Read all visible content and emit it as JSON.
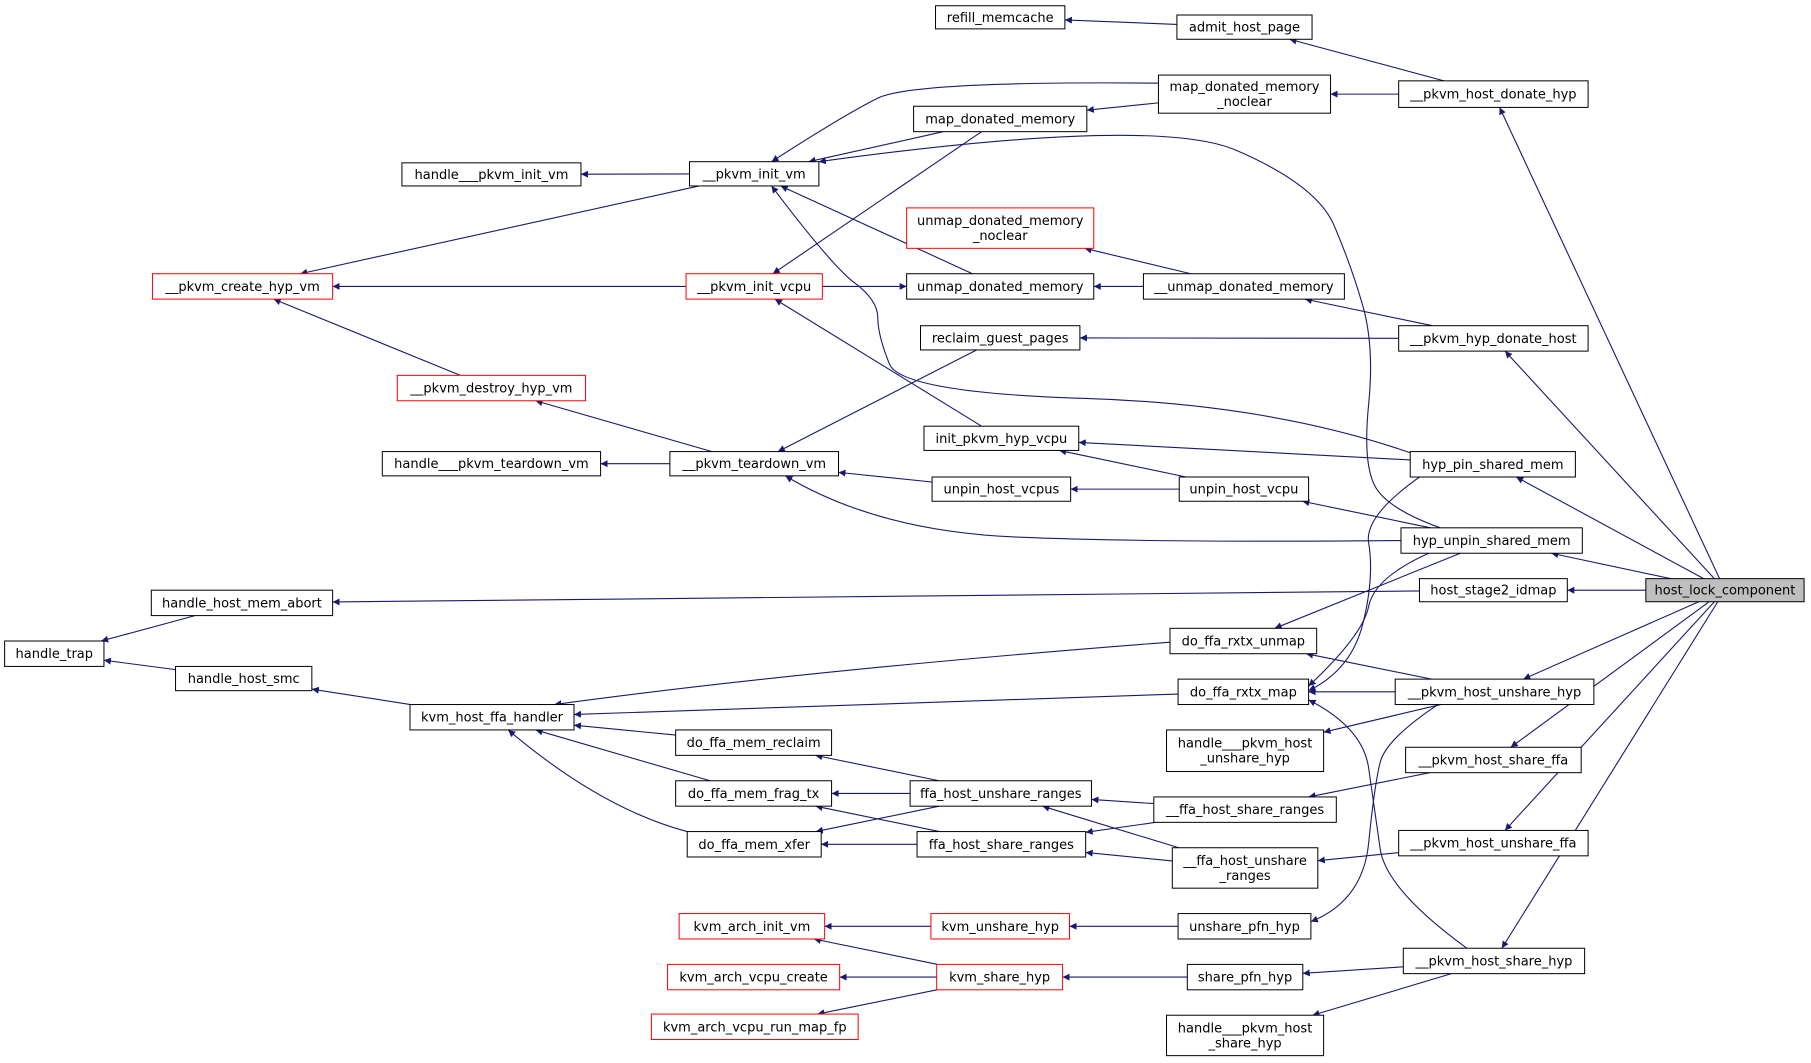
{
  "graph": {
    "root": "host_lock_component",
    "colors": {
      "edge": "#191970",
      "node_border": "#000000",
      "truncated_border": "#ff0000",
      "root_fill": "#bfbfbf",
      "background": "#ffffff"
    },
    "nodes": [
      {
        "id": "host_lock_component",
        "lines": [
          "host_lock_component"
        ],
        "style": "root"
      },
      {
        "id": "refill_memcache",
        "lines": [
          "refill_memcache"
        ],
        "style": "normal"
      },
      {
        "id": "admit_host_page",
        "lines": [
          "admit_host_page"
        ],
        "style": "normal"
      },
      {
        "id": "map_donated_memory_noclear",
        "lines": [
          "map_donated_memory",
          "_noclear"
        ],
        "style": "normal"
      },
      {
        "id": "pkvm_host_donate_hyp",
        "lines": [
          "__pkvm_host_donate_hyp"
        ],
        "style": "normal"
      },
      {
        "id": "map_donated_memory",
        "lines": [
          "map_donated_memory"
        ],
        "style": "normal"
      },
      {
        "id": "handle_pkvm_init_vm",
        "lines": [
          "handle___pkvm_init_vm"
        ],
        "style": "normal"
      },
      {
        "id": "pkvm_init_vm",
        "lines": [
          "__pkvm_init_vm"
        ],
        "style": "normal"
      },
      {
        "id": "unmap_donated_memory_noclear",
        "lines": [
          "unmap_donated_memory",
          "_noclear"
        ],
        "style": "truncated"
      },
      {
        "id": "pkvm_create_hyp_vm",
        "lines": [
          "__pkvm_create_hyp_vm"
        ],
        "style": "truncated"
      },
      {
        "id": "pkvm_init_vcpu",
        "lines": [
          "__pkvm_init_vcpu"
        ],
        "style": "truncated"
      },
      {
        "id": "unmap_donated_memory",
        "lines": [
          "unmap_donated_memory"
        ],
        "style": "normal"
      },
      {
        "id": "_unmap_donated_memory",
        "lines": [
          "__unmap_donated_memory"
        ],
        "style": "normal"
      },
      {
        "id": "reclaim_guest_pages",
        "lines": [
          "reclaim_guest_pages"
        ],
        "style": "normal"
      },
      {
        "id": "pkvm_hyp_donate_host",
        "lines": [
          "__pkvm_hyp_donate_host"
        ],
        "style": "normal"
      },
      {
        "id": "pkvm_destroy_hyp_vm",
        "lines": [
          "__pkvm_destroy_hyp_vm"
        ],
        "style": "truncated"
      },
      {
        "id": "handle_pkvm_teardown_vm",
        "lines": [
          "handle___pkvm_teardown_vm"
        ],
        "style": "normal"
      },
      {
        "id": "pkvm_teardown_vm",
        "lines": [
          "__pkvm_teardown_vm"
        ],
        "style": "normal"
      },
      {
        "id": "init_pkvm_hyp_vcpu",
        "lines": [
          "init_pkvm_hyp_vcpu"
        ],
        "style": "normal"
      },
      {
        "id": "hyp_pin_shared_mem",
        "lines": [
          "hyp_pin_shared_mem"
        ],
        "style": "normal"
      },
      {
        "id": "unpin_host_vcpus",
        "lines": [
          "unpin_host_vcpus"
        ],
        "style": "normal"
      },
      {
        "id": "unpin_host_vcpu",
        "lines": [
          "unpin_host_vcpu"
        ],
        "style": "normal"
      },
      {
        "id": "hyp_unpin_shared_mem",
        "lines": [
          "hyp_unpin_shared_mem"
        ],
        "style": "normal"
      },
      {
        "id": "handle_host_mem_abort",
        "lines": [
          "handle_host_mem_abort"
        ],
        "style": "normal"
      },
      {
        "id": "host_stage2_idmap",
        "lines": [
          "host_stage2_idmap"
        ],
        "style": "normal"
      },
      {
        "id": "handle_trap",
        "lines": [
          "handle_trap"
        ],
        "style": "normal"
      },
      {
        "id": "do_ffa_rxtx_unmap",
        "lines": [
          "do_ffa_rxtx_unmap"
        ],
        "style": "normal"
      },
      {
        "id": "handle_host_smc",
        "lines": [
          "handle_host_smc"
        ],
        "style": "normal"
      },
      {
        "id": "kvm_host_ffa_handler",
        "lines": [
          "kvm_host_ffa_handler"
        ],
        "style": "normal"
      },
      {
        "id": "do_ffa_rxtx_map",
        "lines": [
          "do_ffa_rxtx_map"
        ],
        "style": "normal"
      },
      {
        "id": "pkvm_host_unshare_hyp",
        "lines": [
          "__pkvm_host_unshare_hyp"
        ],
        "style": "normal"
      },
      {
        "id": "do_ffa_mem_reclaim",
        "lines": [
          "do_ffa_mem_reclaim"
        ],
        "style": "normal"
      },
      {
        "id": "handle_pkvm_host_unshare_hyp",
        "lines": [
          "handle___pkvm_host",
          "_unshare_hyp"
        ],
        "style": "normal"
      },
      {
        "id": "pkvm_host_share_ffa",
        "lines": [
          "__pkvm_host_share_ffa"
        ],
        "style": "normal"
      },
      {
        "id": "do_ffa_mem_frag_tx",
        "lines": [
          "do_ffa_mem_frag_tx"
        ],
        "style": "normal"
      },
      {
        "id": "ffa_host_unshare_ranges",
        "lines": [
          "ffa_host_unshare_ranges"
        ],
        "style": "normal"
      },
      {
        "id": "_ffa_host_share_ranges",
        "lines": [
          "__ffa_host_share_ranges"
        ],
        "style": "normal"
      },
      {
        "id": "do_ffa_mem_xfer",
        "lines": [
          "do_ffa_mem_xfer"
        ],
        "style": "normal"
      },
      {
        "id": "ffa_host_share_ranges",
        "lines": [
          "ffa_host_share_ranges"
        ],
        "style": "normal"
      },
      {
        "id": "_ffa_host_unshare_ranges",
        "lines": [
          "__ffa_host_unshare",
          "_ranges"
        ],
        "style": "normal"
      },
      {
        "id": "pkvm_host_unshare_ffa",
        "lines": [
          "__pkvm_host_unshare_ffa"
        ],
        "style": "normal"
      },
      {
        "id": "kvm_arch_init_vm",
        "lines": [
          "kvm_arch_init_vm"
        ],
        "style": "truncated"
      },
      {
        "id": "kvm_unshare_hyp",
        "lines": [
          "kvm_unshare_hyp"
        ],
        "style": "truncated"
      },
      {
        "id": "unshare_pfn_hyp",
        "lines": [
          "unshare_pfn_hyp"
        ],
        "style": "normal"
      },
      {
        "id": "kvm_arch_vcpu_create",
        "lines": [
          "kvm_arch_vcpu_create"
        ],
        "style": "truncated"
      },
      {
        "id": "kvm_share_hyp",
        "lines": [
          "kvm_share_hyp"
        ],
        "style": "truncated"
      },
      {
        "id": "share_pfn_hyp",
        "lines": [
          "share_pfn_hyp"
        ],
        "style": "normal"
      },
      {
        "id": "pkvm_host_share_hyp",
        "lines": [
          "__pkvm_host_share_hyp"
        ],
        "style": "normal"
      },
      {
        "id": "kvm_arch_vcpu_run_map_fp",
        "lines": [
          "kvm_arch_vcpu_run_map_fp"
        ],
        "style": "truncated"
      },
      {
        "id": "handle_pkvm_host_share_hyp",
        "lines": [
          "handle___pkvm_host",
          "_share_hyp"
        ],
        "style": "normal"
      }
    ],
    "edges": [
      {
        "from": "refill_memcache",
        "to": "admit_host_page"
      },
      {
        "from": "admit_host_page",
        "to": "pkvm_host_donate_hyp"
      },
      {
        "from": "map_donated_memory_noclear",
        "to": "pkvm_host_donate_hyp"
      },
      {
        "from": "map_donated_memory",
        "to": "map_donated_memory_noclear"
      },
      {
        "from": "pkvm_init_vm",
        "to": "map_donated_memory_noclear"
      },
      {
        "from": "pkvm_init_vm",
        "to": "map_donated_memory"
      },
      {
        "from": "pkvm_init_vcpu",
        "to": "map_donated_memory"
      },
      {
        "from": "handle_pkvm_init_vm",
        "to": "pkvm_init_vm"
      },
      {
        "from": "pkvm_create_hyp_vm",
        "to": "pkvm_init_vm"
      },
      {
        "from": "pkvm_create_hyp_vm",
        "to": "pkvm_init_vcpu"
      },
      {
        "from": "pkvm_create_hyp_vm",
        "to": "pkvm_destroy_hyp_vm"
      },
      {
        "from": "pkvm_init_vm",
        "to": "unmap_donated_memory"
      },
      {
        "from": "pkvm_init_vm",
        "to": "hyp_pin_shared_mem"
      },
      {
        "from": "pkvm_init_vm",
        "to": "hyp_unpin_shared_mem"
      },
      {
        "from": "unmap_donated_memory",
        "to": "pkvm_init_vcpu"
      },
      {
        "from": "unmap_donated_memory",
        "to": "_unmap_donated_memory"
      },
      {
        "from": "unmap_donated_memory_noclear",
        "to": "_unmap_donated_memory"
      },
      {
        "from": "_unmap_donated_memory",
        "to": "pkvm_hyp_donate_host"
      },
      {
        "from": "reclaim_guest_pages",
        "to": "pkvm_hyp_donate_host"
      },
      {
        "from": "pkvm_teardown_vm",
        "to": "reclaim_guest_pages"
      },
      {
        "from": "pkvm_init_vcpu",
        "to": "init_pkvm_hyp_vcpu"
      },
      {
        "from": "pkvm_destroy_hyp_vm",
        "to": "pkvm_teardown_vm"
      },
      {
        "from": "handle_pkvm_teardown_vm",
        "to": "pkvm_teardown_vm"
      },
      {
        "from": "pkvm_teardown_vm",
        "to": "unpin_host_vcpus"
      },
      {
        "from": "pkvm_teardown_vm",
        "to": "hyp_unpin_shared_mem"
      },
      {
        "from": "init_pkvm_hyp_vcpu",
        "to": "hyp_pin_shared_mem"
      },
      {
        "from": "init_pkvm_hyp_vcpu",
        "to": "unpin_host_vcpu"
      },
      {
        "from": "unpin_host_vcpus",
        "to": "unpin_host_vcpu"
      },
      {
        "from": "unpin_host_vcpu",
        "to": "hyp_unpin_shared_mem"
      },
      {
        "from": "handle_trap",
        "to": "handle_host_mem_abort"
      },
      {
        "from": "handle_trap",
        "to": "handle_host_smc"
      },
      {
        "from": "handle_host_mem_abort",
        "to": "host_stage2_idmap"
      },
      {
        "from": "handle_host_smc",
        "to": "kvm_host_ffa_handler"
      },
      {
        "from": "kvm_host_ffa_handler",
        "to": "do_ffa_rxtx_unmap"
      },
      {
        "from": "kvm_host_ffa_handler",
        "to": "do_ffa_rxtx_map"
      },
      {
        "from": "kvm_host_ffa_handler",
        "to": "do_ffa_mem_reclaim"
      },
      {
        "from": "kvm_host_ffa_handler",
        "to": "do_ffa_mem_frag_tx"
      },
      {
        "from": "kvm_host_ffa_handler",
        "to": "do_ffa_mem_xfer"
      },
      {
        "from": "do_ffa_rxtx_unmap",
        "to": "hyp_unpin_shared_mem"
      },
      {
        "from": "do_ffa_rxtx_unmap",
        "to": "pkvm_host_unshare_hyp"
      },
      {
        "from": "do_ffa_rxtx_map",
        "to": "hyp_pin_shared_mem"
      },
      {
        "from": "do_ffa_rxtx_map",
        "to": "hyp_unpin_shared_mem"
      },
      {
        "from": "do_ffa_rxtx_map",
        "to": "pkvm_host_unshare_hyp"
      },
      {
        "from": "do_ffa_rxtx_map",
        "to": "pkvm_host_share_hyp"
      },
      {
        "from": "handle_pkvm_host_unshare_hyp",
        "to": "pkvm_host_unshare_hyp"
      },
      {
        "from": "do_ffa_mem_reclaim",
        "to": "ffa_host_unshare_ranges"
      },
      {
        "from": "do_ffa_mem_frag_tx",
        "to": "ffa_host_unshare_ranges"
      },
      {
        "from": "do_ffa_mem_frag_tx",
        "to": "ffa_host_share_ranges"
      },
      {
        "from": "do_ffa_mem_xfer",
        "to": "ffa_host_unshare_ranges"
      },
      {
        "from": "do_ffa_mem_xfer",
        "to": "ffa_host_share_ranges"
      },
      {
        "from": "ffa_host_unshare_ranges",
        "to": "_ffa_host_share_ranges"
      },
      {
        "from": "ffa_host_unshare_ranges",
        "to": "_ffa_host_unshare_ranges"
      },
      {
        "from": "ffa_host_share_ranges",
        "to": "_ffa_host_share_ranges"
      },
      {
        "from": "ffa_host_share_ranges",
        "to": "_ffa_host_unshare_ranges"
      },
      {
        "from": "_ffa_host_share_ranges",
        "to": "pkvm_host_share_ffa"
      },
      {
        "from": "_ffa_host_unshare_ranges",
        "to": "pkvm_host_unshare_ffa"
      },
      {
        "from": "kvm_arch_init_vm",
        "to": "kvm_unshare_hyp"
      },
      {
        "from": "kvm_arch_init_vm",
        "to": "kvm_share_hyp"
      },
      {
        "from": "kvm_unshare_hyp",
        "to": "unshare_pfn_hyp"
      },
      {
        "from": "unshare_pfn_hyp",
        "to": "pkvm_host_unshare_hyp"
      },
      {
        "from": "kvm_arch_vcpu_create",
        "to": "kvm_share_hyp"
      },
      {
        "from": "kvm_arch_vcpu_run_map_fp",
        "to": "kvm_share_hyp"
      },
      {
        "from": "kvm_share_hyp",
        "to": "share_pfn_hyp"
      },
      {
        "from": "share_pfn_hyp",
        "to": "pkvm_host_share_hyp"
      },
      {
        "from": "handle_pkvm_host_share_hyp",
        "to": "pkvm_host_share_hyp"
      },
      {
        "from": "pkvm_host_donate_hyp",
        "to": "host_lock_component"
      },
      {
        "from": "pkvm_hyp_donate_host",
        "to": "host_lock_component"
      },
      {
        "from": "hyp_pin_shared_mem",
        "to": "host_lock_component"
      },
      {
        "from": "hyp_unpin_shared_mem",
        "to": "host_lock_component"
      },
      {
        "from": "host_stage2_idmap",
        "to": "host_lock_component"
      },
      {
        "from": "pkvm_host_unshare_hyp",
        "to": "host_lock_component"
      },
      {
        "from": "pkvm_host_share_ffa",
        "to": "host_lock_component"
      },
      {
        "from": "pkvm_host_unshare_ffa",
        "to": "host_lock_component"
      },
      {
        "from": "pkvm_host_share_hyp",
        "to": "host_lock_component"
      }
    ]
  }
}
